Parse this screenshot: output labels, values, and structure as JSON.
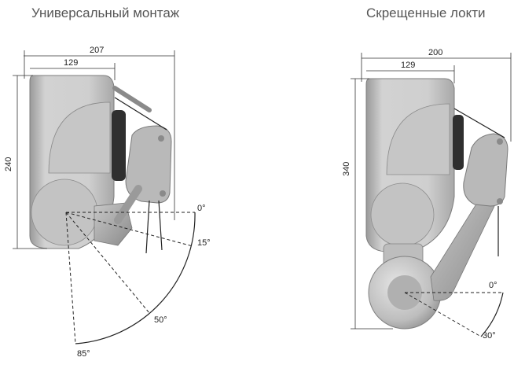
{
  "captions": {
    "left": "Универсальный монтаж",
    "right": "Скрещенные локти"
  },
  "left_unit": {
    "dims": {
      "total_width": "207",
      "housing_width": "129",
      "height": "240"
    },
    "angles": {
      "a0": "0°",
      "a15": "15°",
      "a50": "50°",
      "a85": "85°"
    }
  },
  "right_unit": {
    "dims": {
      "total_width": "200",
      "housing_width": "129",
      "height": "340"
    },
    "angles": {
      "a0": "0°",
      "a30": "30°"
    }
  },
  "colors": {
    "housing_light": "#d6d6d6",
    "housing_mid": "#b4b4b4",
    "housing_dark": "#8c8c8c",
    "metal": "#a7a7a7",
    "line": "#222222"
  }
}
